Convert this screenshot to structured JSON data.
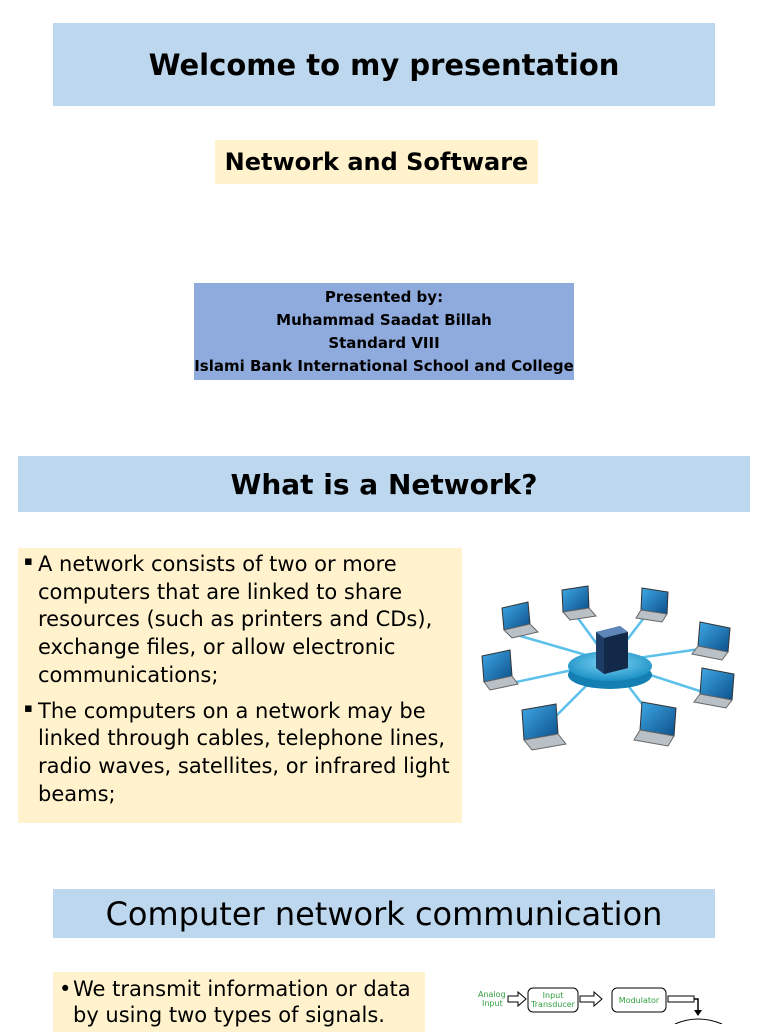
{
  "slide1": {
    "title": "Welcome to my presentation",
    "subtitle": "Network and Software",
    "presenter": {
      "line1": "Presented by:",
      "line2": "Muhammad Saadat Billah",
      "line3": "Standard VIII",
      "line4": "Islami Bank International School and College"
    }
  },
  "slide2": {
    "title": "What is a Network?",
    "bullets": [
      "A network consists of two or more computers that are linked to share resources (such as printers and CDs), exchange files, or allow electronic communications;",
      "The computers on a network may be linked through cables, telephone lines, radio waves, satellites, or infrared light beams;"
    ],
    "bullet_symbol": "▪"
  },
  "slide3": {
    "title": "Computer network communication",
    "bullets": [
      "We transmit information or data by using two types of signals."
    ],
    "bullet_symbol": "•",
    "diagram": {
      "input_label_1": "Analog",
      "input_label_2": "Input",
      "block1_line1": "Input",
      "block1_line2": "Transducer",
      "block2": "Modulator"
    }
  },
  "colors": {
    "title_bg": "#bdd7ee",
    "highlight_bg": "#fff2cc",
    "presenter_bg": "#8faadc",
    "diagram_green": "#2e9e3f"
  }
}
